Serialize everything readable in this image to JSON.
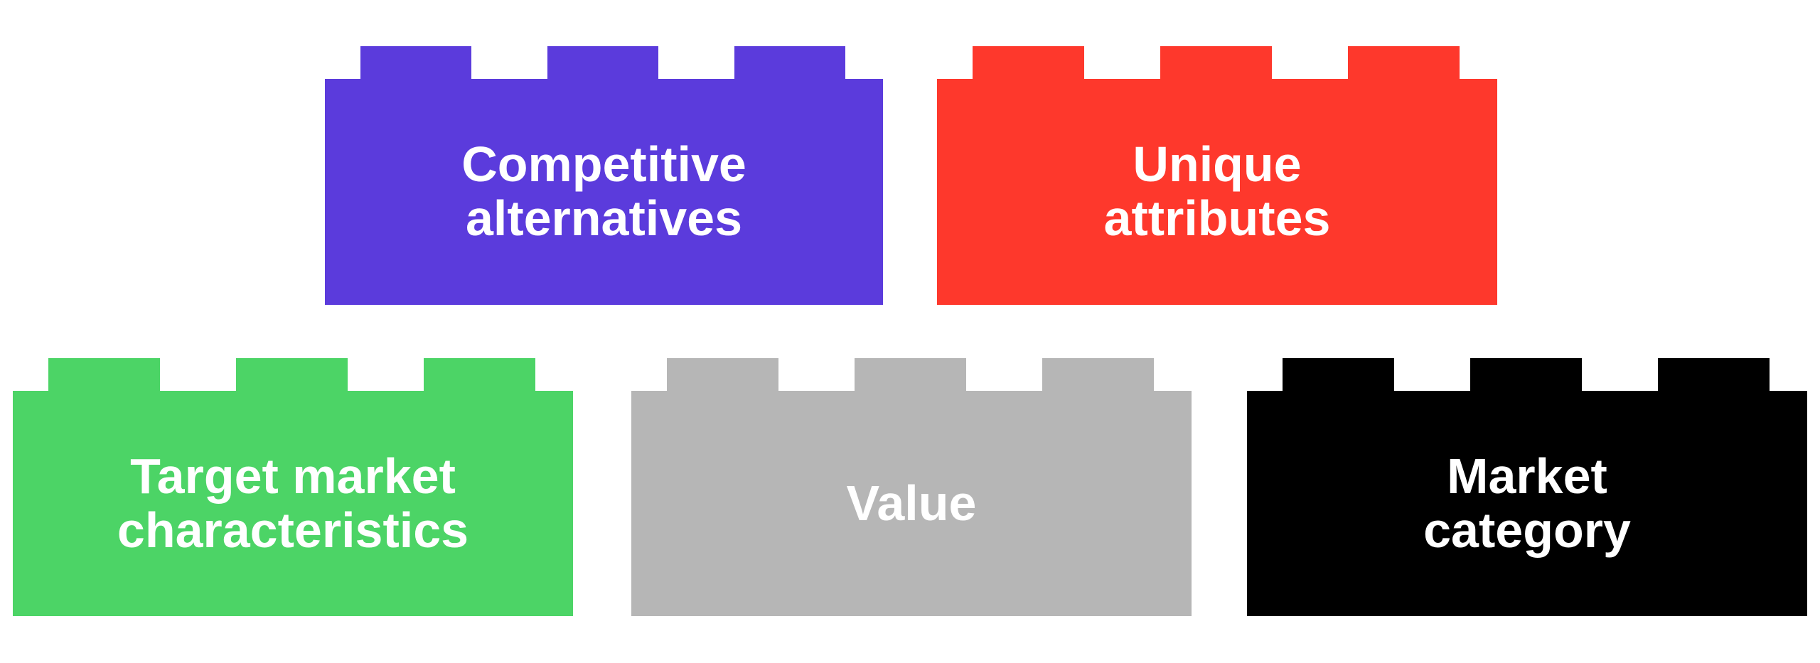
{
  "canvas": {
    "background": "#FFFFFF"
  },
  "bricks": [
    {
      "name": "competitive-alternatives",
      "label_lines": [
        "Competitive",
        "alternatives"
      ],
      "color": "#5B3BDC",
      "text_color": "#FFFFFF"
    },
    {
      "name": "unique-attributes",
      "label_lines": [
        "Unique",
        "attributes"
      ],
      "color": "#FE382C",
      "text_color": "#FFFFFF"
    },
    {
      "name": "target-market-characteristics",
      "label_lines": [
        "Target market",
        "characteristics"
      ],
      "color": "#4CD466",
      "text_color": "#FFFFFF"
    },
    {
      "name": "value",
      "label_lines": [
        "Value"
      ],
      "color": "#B6B6B6",
      "text_color": "#FFFFFF"
    },
    {
      "name": "market-category",
      "label_lines": [
        "Market",
        "category"
      ],
      "color": "#000000",
      "text_color": "#FFFFFF"
    }
  ]
}
